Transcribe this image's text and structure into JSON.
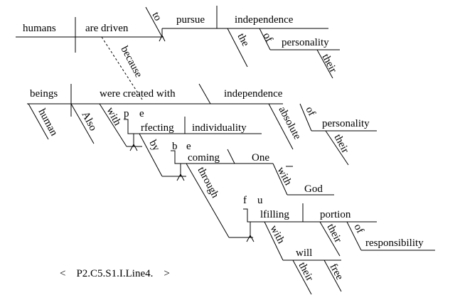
{
  "sentence1": {
    "subject": "humans",
    "verb": "are driven",
    "inf_marker": "to",
    "inf_verb": "pursue",
    "object": "independence",
    "mod_the": "the",
    "prep_of": "of",
    "of_object": "personality",
    "poss_their": "their",
    "connector": "because"
  },
  "sentence2": {
    "subject": "beings",
    "verb": "were created with",
    "object": "independence",
    "adj_human": "human",
    "adv_also": "Also",
    "adj_absolute": "absolute",
    "prep_of": "of",
    "of_object": "personality",
    "poss_their": "their",
    "prep_with": "with",
    "gerund_p": "p",
    "gerund_e": "e",
    "gerund_rest": "rfecting",
    "gerund_object": "individuality",
    "prep_by": "by",
    "ger2_b": "b",
    "ger2_e": "e",
    "ger2_rest": "coming",
    "ger2_complement": "One",
    "prep_with2": "with",
    "with2_object": "God",
    "prep_through": "through",
    "ger3_f": "f",
    "ger3_u": "u",
    "ger3_rest": "lfilling",
    "ger3_object": "portion",
    "poss_their2": "their",
    "prep_of2": "of",
    "of2_object": "responsibility",
    "prep_with3": "with",
    "with3_object": "will",
    "poss_their3": "their",
    "adj_free": "free"
  },
  "caption": "<    P2.C5.S1.I.Line4.    >"
}
